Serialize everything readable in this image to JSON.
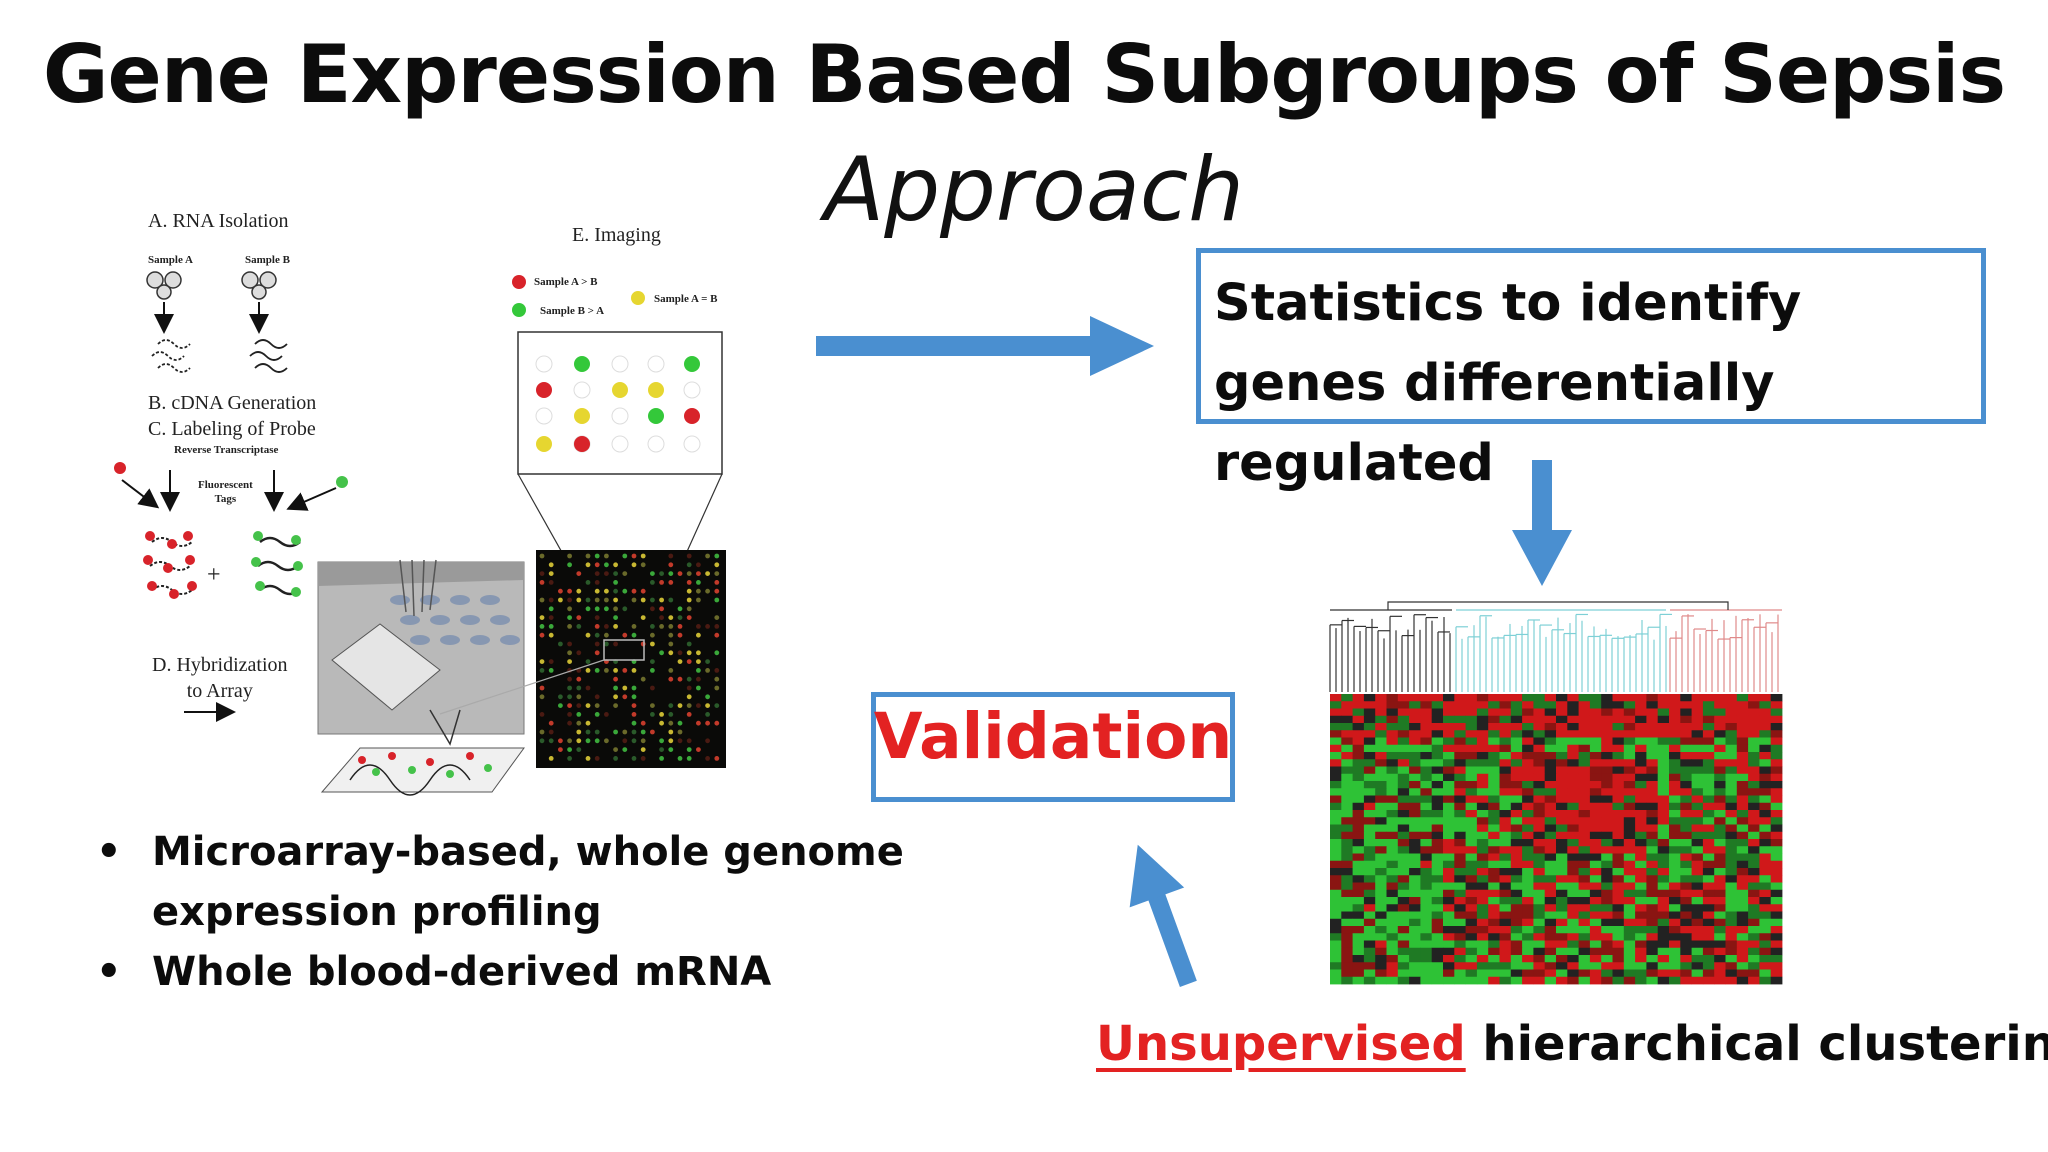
{
  "slide": {
    "title": "Gene Expression Based Subgroups of Sepsis",
    "subtitle": "Approach"
  },
  "workflow_figure": {
    "step_a": "A.  RNA Isolation",
    "sample_a": "Sample A",
    "sample_b": "Sample B",
    "step_bc_line1": "B. cDNA Generation",
    "step_bc_line2": "C. Labeling of Probe",
    "reverse_transcriptase": "Reverse Transcriptase",
    "fluorescent_tags": "Fluorescent\nTags",
    "plus": "+",
    "step_d": "D. Hybridization\nto Array",
    "step_e": "E.  Imaging",
    "legend": [
      {
        "label": "Sample A > B",
        "color": "#d8232a"
      },
      {
        "label": "Sample B > A",
        "color": "#34c83a"
      },
      {
        "label": "Sample A = B",
        "color": "#e6d630"
      }
    ]
  },
  "boxes": {
    "statistics": "Statistics to identify genes differentially regulated",
    "validation": "Validation"
  },
  "bullets": [
    "Microarray-based, whole genome expression profiling",
    "Whole blood-derived mRNA"
  ],
  "clustering_caption": {
    "emphasis": "Unsupervised",
    "rest": " hierarchical clustering"
  },
  "colors": {
    "arrow_blue": "#4a8fd0",
    "accent_red": "#e32222"
  },
  "icons": [
    "arrow-right-icon",
    "arrow-down-icon",
    "arrow-up-left-icon",
    "dendrogram-icon",
    "heatmap-icon"
  ]
}
